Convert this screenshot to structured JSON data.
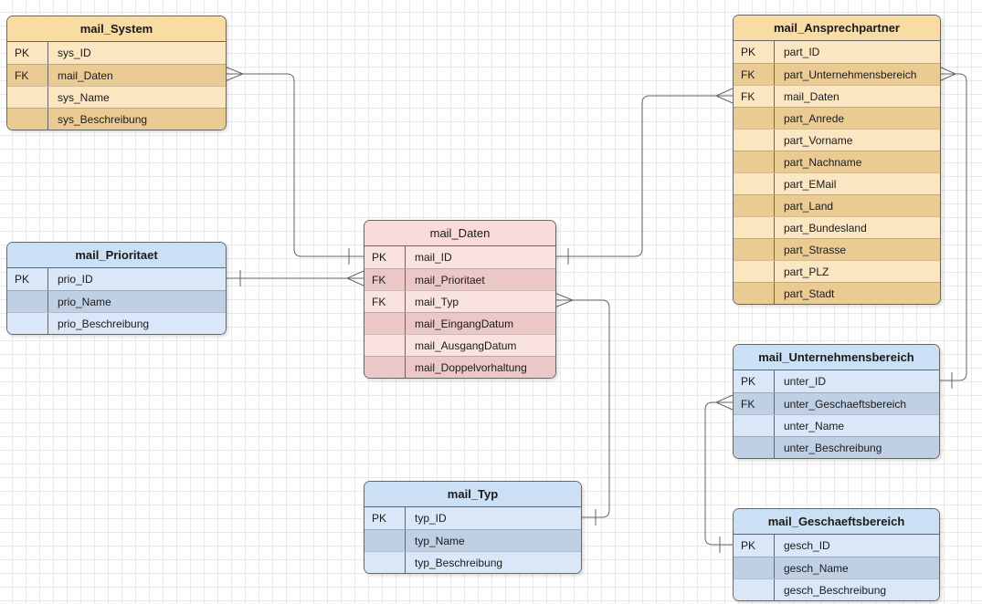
{
  "colors": {
    "stroke": "#666666",
    "grid": "#e9e9e9",
    "orange_header": "#f9dca4",
    "orange_light": "#fae6c0",
    "orange_dark": "#ebcb94",
    "blue_header": "#cce0f5",
    "blue_light": "#d9e7f8",
    "blue_dark": "#bfcfe4",
    "pink_header": "#f8dbda",
    "pink_light": "#f9e2e0",
    "pink_dark": "#ebc8c6"
  },
  "tables": {
    "system": {
      "title": "mail_System",
      "rows": [
        {
          "key": "PK",
          "name": "sys_ID"
        },
        {
          "key": "FK",
          "name": "mail_Daten"
        },
        {
          "key": "",
          "name": "sys_Name"
        },
        {
          "key": "",
          "name": "sys_Beschreibung"
        }
      ]
    },
    "ansprechpartner": {
      "title": "mail_Ansprechpartner",
      "rows": [
        {
          "key": "PK",
          "name": "part_ID"
        },
        {
          "key": "FK",
          "name": "part_Unternehmensbereich"
        },
        {
          "key": "FK",
          "name": "mail_Daten"
        },
        {
          "key": "",
          "name": "part_Anrede"
        },
        {
          "key": "",
          "name": "part_Vorname"
        },
        {
          "key": "",
          "name": "part_Nachname"
        },
        {
          "key": "",
          "name": "part_EMail"
        },
        {
          "key": "",
          "name": "part_Land"
        },
        {
          "key": "",
          "name": "part_Bundesland"
        },
        {
          "key": "",
          "name": "part_Strasse"
        },
        {
          "key": "",
          "name": "part_PLZ"
        },
        {
          "key": "",
          "name": "part_Stadt"
        }
      ]
    },
    "prioritaet": {
      "title": "mail_Prioritaet",
      "rows": [
        {
          "key": "PK",
          "name": "prio_ID"
        },
        {
          "key": "",
          "name": "prio_Name"
        },
        {
          "key": "",
          "name": "prio_Beschreibung"
        }
      ]
    },
    "daten": {
      "title": "mail_Daten",
      "rows": [
        {
          "key": "PK",
          "name": "mail_ID"
        },
        {
          "key": "FK",
          "name": "mail_Prioritaet"
        },
        {
          "key": "FK",
          "name": "mail_Typ"
        },
        {
          "key": "",
          "name": "mail_EingangDatum"
        },
        {
          "key": "",
          "name": "mail_AusgangDatum"
        },
        {
          "key": "",
          "name": "mail_Doppelvorhaltung"
        }
      ]
    },
    "unternehmensbereich": {
      "title": "mail_Unternehmensbereich",
      "rows": [
        {
          "key": "PK",
          "name": "unter_ID"
        },
        {
          "key": "FK",
          "name": "unter_Geschaeftsbereich"
        },
        {
          "key": "",
          "name": "unter_Name"
        },
        {
          "key": "",
          "name": "unter_Beschreibung"
        }
      ]
    },
    "typ": {
      "title": "mail_Typ",
      "rows": [
        {
          "key": "PK",
          "name": "typ_ID"
        },
        {
          "key": "",
          "name": "typ_Name"
        },
        {
          "key": "",
          "name": "typ_Beschreibung"
        }
      ]
    },
    "geschaeftsbereich": {
      "title": "mail_Geschaeftsbereich",
      "rows": [
        {
          "key": "PK",
          "name": "gesch_ID"
        },
        {
          "key": "",
          "name": "gesch_Name"
        },
        {
          "key": "",
          "name": "gesch_Beschreibung"
        }
      ]
    }
  },
  "connectors": [
    {
      "from": "mail_System.mail_Daten",
      "to": "mail_Daten.mail_ID",
      "from_cardinality": "many",
      "to_cardinality": "one"
    },
    {
      "from": "mail_Daten.mail_Prioritaet",
      "to": "mail_Prioritaet.prio_ID",
      "from_cardinality": "many",
      "to_cardinality": "one"
    },
    {
      "from": "mail_Daten.mail_Typ",
      "to": "mail_Typ.typ_ID",
      "from_cardinality": "many",
      "to_cardinality": "one"
    },
    {
      "from": "mail_Ansprechpartner.mail_Daten",
      "to": "mail_Daten.mail_ID",
      "from_cardinality": "many",
      "to_cardinality": "one"
    },
    {
      "from": "mail_Ansprechpartner.part_Unternehmensbereich",
      "to": "mail_Unternehmensbereich.unter_ID",
      "from_cardinality": "many",
      "to_cardinality": "one"
    },
    {
      "from": "mail_Unternehmensbereich.unter_Geschaeftsbereich",
      "to": "mail_Geschaeftsbereich.gesch_ID",
      "from_cardinality": "many",
      "to_cardinality": "one"
    }
  ]
}
